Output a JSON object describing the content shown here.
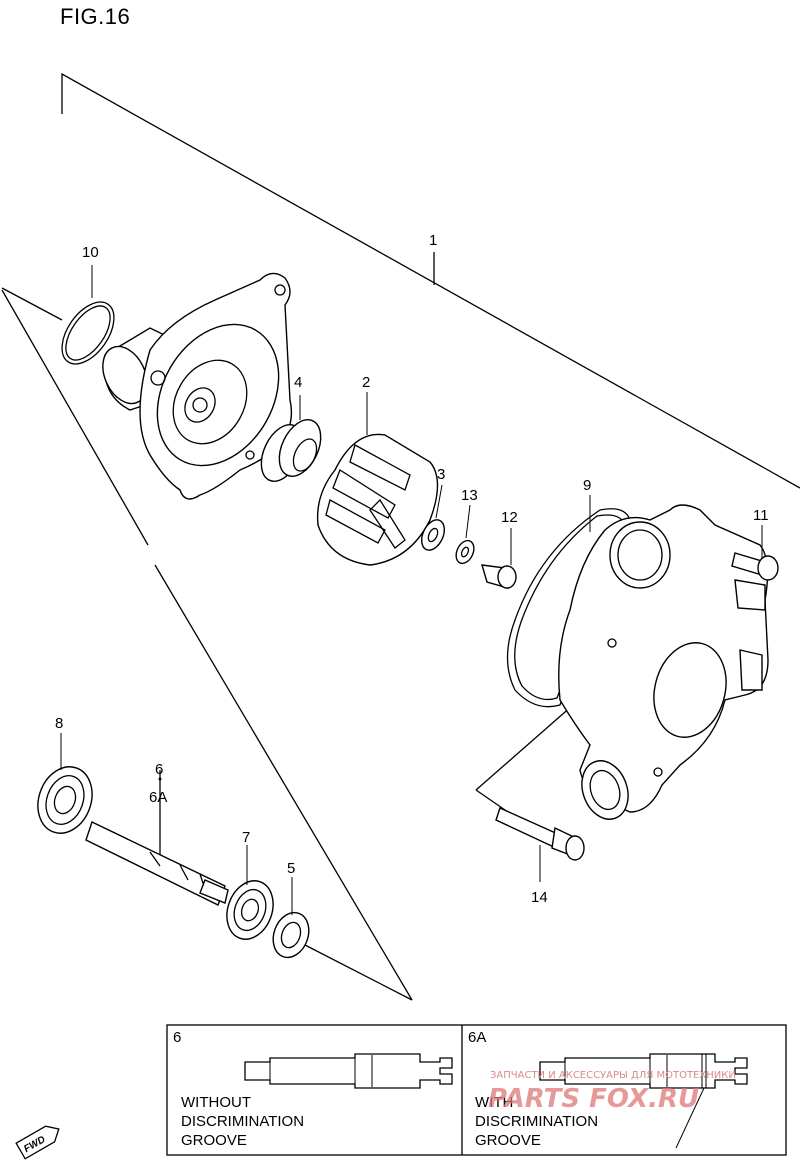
{
  "figure": {
    "title": "FIG.16"
  },
  "callouts": [
    {
      "id": "c1",
      "text": "1"
    },
    {
      "id": "c2",
      "text": "2"
    },
    {
      "id": "c3",
      "text": "3"
    },
    {
      "id": "c4",
      "text": "4"
    },
    {
      "id": "c5",
      "text": "5"
    },
    {
      "id": "c6",
      "text": "6"
    },
    {
      "id": "c6a",
      "text": "6A"
    },
    {
      "id": "c7",
      "text": "7"
    },
    {
      "id": "c8",
      "text": "8"
    },
    {
      "id": "c9",
      "text": "9"
    },
    {
      "id": "c10",
      "text": "10"
    },
    {
      "id": "c11",
      "text": "11"
    },
    {
      "id": "c12",
      "text": "12"
    },
    {
      "id": "c13",
      "text": "13"
    },
    {
      "id": "c14",
      "text": "14"
    }
  ],
  "detail_boxes": {
    "left": {
      "code": "6",
      "line1": "WITHOUT",
      "line2": "DISCRIMINATION",
      "line3": "GROOVE"
    },
    "right": {
      "code": "6A",
      "line1": "WITH",
      "line2": "DISCRIMINATION",
      "line3": "GROOVE"
    }
  },
  "fwd_badge": "FWD",
  "watermark": {
    "tagline": "ЗАПЧАСТИ И АКСЕССУАРЫ ДЛЯ МОТОТЕХНИКИ",
    "brand": "PARTS FOX.RU"
  }
}
